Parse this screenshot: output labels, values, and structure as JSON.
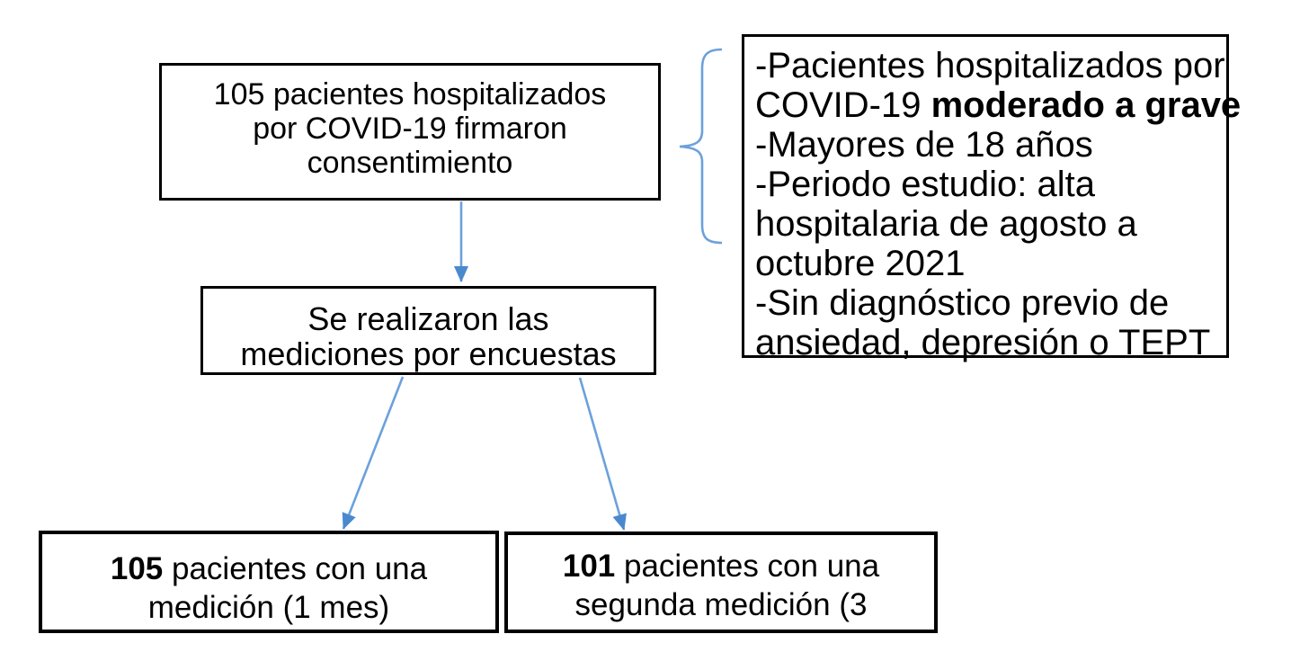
{
  "colors": {
    "accent_blue_line": "#6BA1DB",
    "accent_blue_fill": "#4A89CE",
    "border": "#000000",
    "background": "#FFFFFF",
    "text": "#000000"
  },
  "flowchart": {
    "consent_box": {
      "lines": [
        "105 pacientes hospitalizados",
        "por COVID-19 firmaron",
        "consentimiento"
      ]
    },
    "criteria_box": {
      "lines": [
        {
          "text": "-Pacientes hospitalizados por"
        },
        {
          "text": "COVID-19 ",
          "bold": "moderado a grave"
        },
        {
          "text": "-Mayores de 18 años"
        },
        {
          "text": "-Periodo estudio: alta"
        },
        {
          "text": "hospitalaria de agosto a"
        },
        {
          "text": "octubre 2021"
        },
        {
          "text": "-Sin diagnóstico previo de"
        },
        {
          "text": "ansiedad, depresión o TEPT"
        }
      ]
    },
    "measurements_box": {
      "lines": [
        "Se realizaron las",
        "mediciones por encuestas"
      ]
    },
    "first_measurement_box": {
      "count": "105",
      "line1_rest": " pacientes con una",
      "line2": "medición (1 mes)"
    },
    "second_measurement_box": {
      "count": "101",
      "line1_rest": " pacientes con una",
      "line2": "segunda medición (3"
    },
    "connectors": {
      "brace": "curly brace linking consent box to inclusion criteria box",
      "arrows": [
        "consent box to measurements box",
        "measurements box to first measurement box",
        "measurements box to second measurement box"
      ]
    }
  }
}
